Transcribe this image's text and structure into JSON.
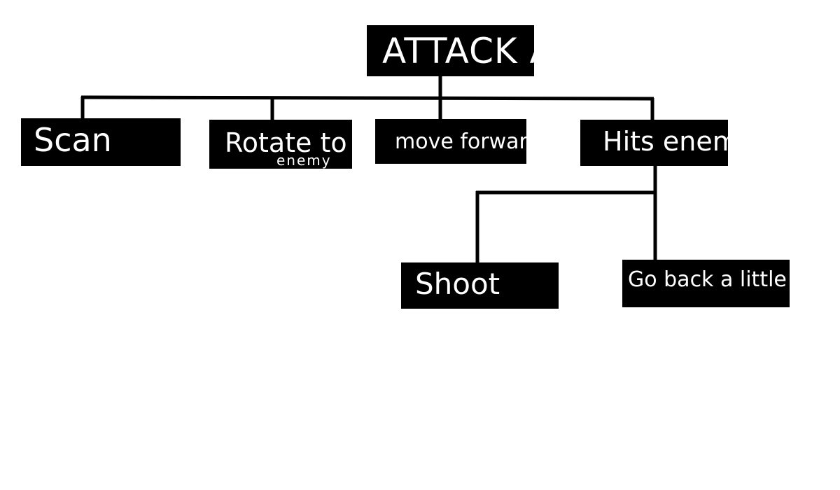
{
  "diagram": {
    "nodes": {
      "root": {
        "label": "ATTACK AI"
      },
      "scan": {
        "label": "Scan"
      },
      "rotate": {
        "label": "Rotate to",
        "label_sub": "enemy"
      },
      "move": {
        "label": "move forward"
      },
      "hits": {
        "label": "Hits enemy?"
      },
      "shoot": {
        "label": "Shoot"
      },
      "goback": {
        "label": "Go back a little"
      }
    },
    "edges": [
      {
        "from": "root",
        "to": "scan"
      },
      {
        "from": "root",
        "to": "rotate"
      },
      {
        "from": "root",
        "to": "move"
      },
      {
        "from": "root",
        "to": "hits"
      },
      {
        "from": "hits",
        "to": "shoot"
      },
      {
        "from": "hits",
        "to": "goback"
      }
    ],
    "colors": {
      "node_fill": "#000000",
      "node_text": "#ffffff",
      "line": "#000000",
      "background": "#ffffff"
    }
  }
}
